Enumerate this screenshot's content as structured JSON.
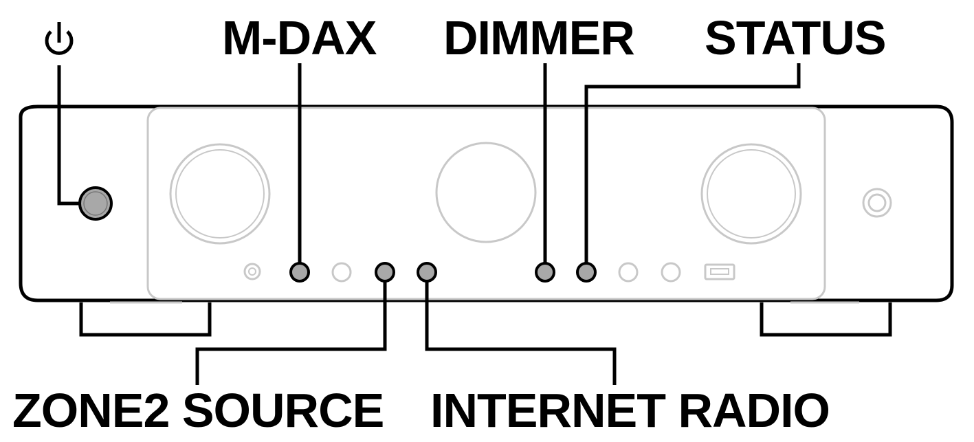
{
  "labels": {
    "power_symbol": "power-icon",
    "m_dax": "M-DAX",
    "dimmer": "DIMMER",
    "status": "STATUS",
    "zone2_source": "ZONE2 SOURCE",
    "internet_radio": "INTERNET RADIO"
  },
  "colors": {
    "line": "#000000",
    "panel_outline": "#c8c8c8",
    "button_fill": "#a8a8a8"
  }
}
